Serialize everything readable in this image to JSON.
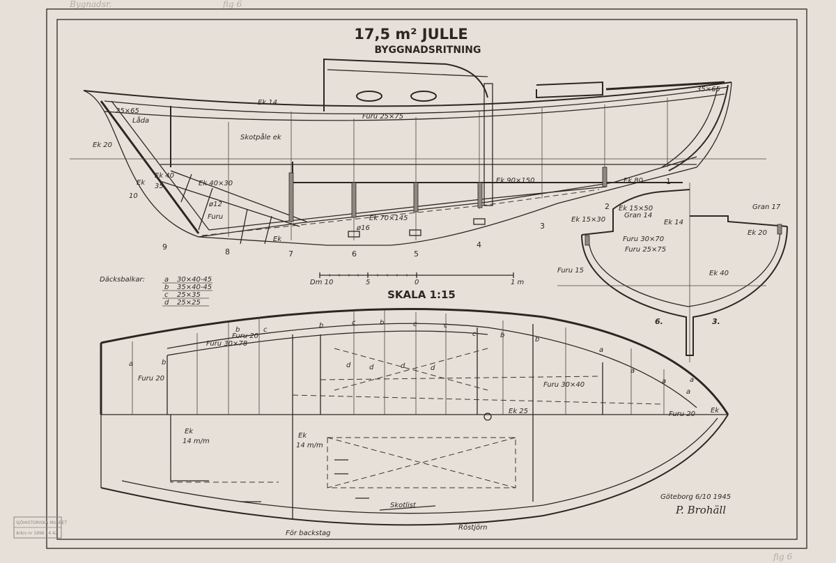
{
  "title": {
    "line1": "17,5 m² JULLE",
    "line2": "BYGGNADSRITNING"
  },
  "margin_notes": {
    "top_left": "Bygnadsr.",
    "top_center": "fig 6",
    "bottom_right": "fig 6"
  },
  "profile_labels": {
    "ek14": "Ek 14",
    "furu_25x75": "Furu 25×75",
    "s25x65_bow": "25×65",
    "lada": "Låda",
    "skotpale": "Skotpåle ek",
    "ek20": "Ek 20",
    "ek40": "Ek 40",
    "ek": "Ek",
    "n10": "10",
    "n35": "35",
    "ek40x30": "Ek 40×30",
    "d12": "ø12",
    "furu": "Furu",
    "ek_keel": "Ek",
    "ek90x150": "Ek 90×150",
    "ek70x145": "Ek 70×145",
    "d16": "ø16",
    "ek80": "Ek 80",
    "s35x65_stern": "35×65"
  },
  "frame_numbers": [
    "9",
    "8",
    "7",
    "6",
    "5",
    "4",
    "3",
    "2",
    "1"
  ],
  "section_labels": {
    "ek15x30": "Ek 15×30",
    "ek15x50": "Ek 15×50",
    "gran14": "Gran 14",
    "ek14": "Ek 14",
    "gran17": "Gran 17",
    "ek20": "Ek 20",
    "furu30x70": "Furu 30×70",
    "furu25x75": "Furu 25×75",
    "furu15": "Furu 15",
    "ek40": "Ek 40",
    "sec6": "6.",
    "sec3": "3."
  },
  "deck_beams": {
    "heading": "Däcksbalkar:",
    "rows": [
      {
        "key": "a",
        "size": "30×40-45"
      },
      {
        "key": "b",
        "size": "35×40-45"
      },
      {
        "key": "c",
        "size": "25×35"
      },
      {
        "key": "d",
        "size": "25×25"
      }
    ]
  },
  "scale_bar": {
    "left_label": "Dm 10",
    "mid_label": "5",
    "zero_label": "0",
    "right_label": "1 m"
  },
  "scale_title": "SKALA 1:15",
  "plan_labels": {
    "furu20_top": "Furu 20",
    "furu30x78": "Furu 30×78",
    "furu20_left": "Furu 20",
    "furu30x40": "Furu 30×40",
    "ek25": "Ek 25",
    "furu20_right": "Furu 20",
    "ek_tip": "Ek",
    "ek14mm_a": "Ek",
    "ek14mm_a2": "14 m/m",
    "ek14mm_b": "Ek",
    "ek14mm_b2": "14 m/m",
    "skotlist": "Skotlist",
    "for_backstag": "För backstag",
    "rostjorn": "Röstjörn",
    "beam_letters": [
      "a",
      "b",
      "b",
      "c",
      "b",
      "c",
      "b",
      "c",
      "c",
      "c",
      "b",
      "b",
      "a",
      "a",
      "a",
      "a",
      "a",
      "d",
      "d",
      "d",
      "d"
    ]
  },
  "signature": {
    "place_date": "Göteborg 6/10 1945",
    "name": "P. Brohäll"
  },
  "stamp": {
    "line1": "SJÖHISTORISKA MUSEET",
    "line2": "Arkiv nr 1996 14 42"
  }
}
